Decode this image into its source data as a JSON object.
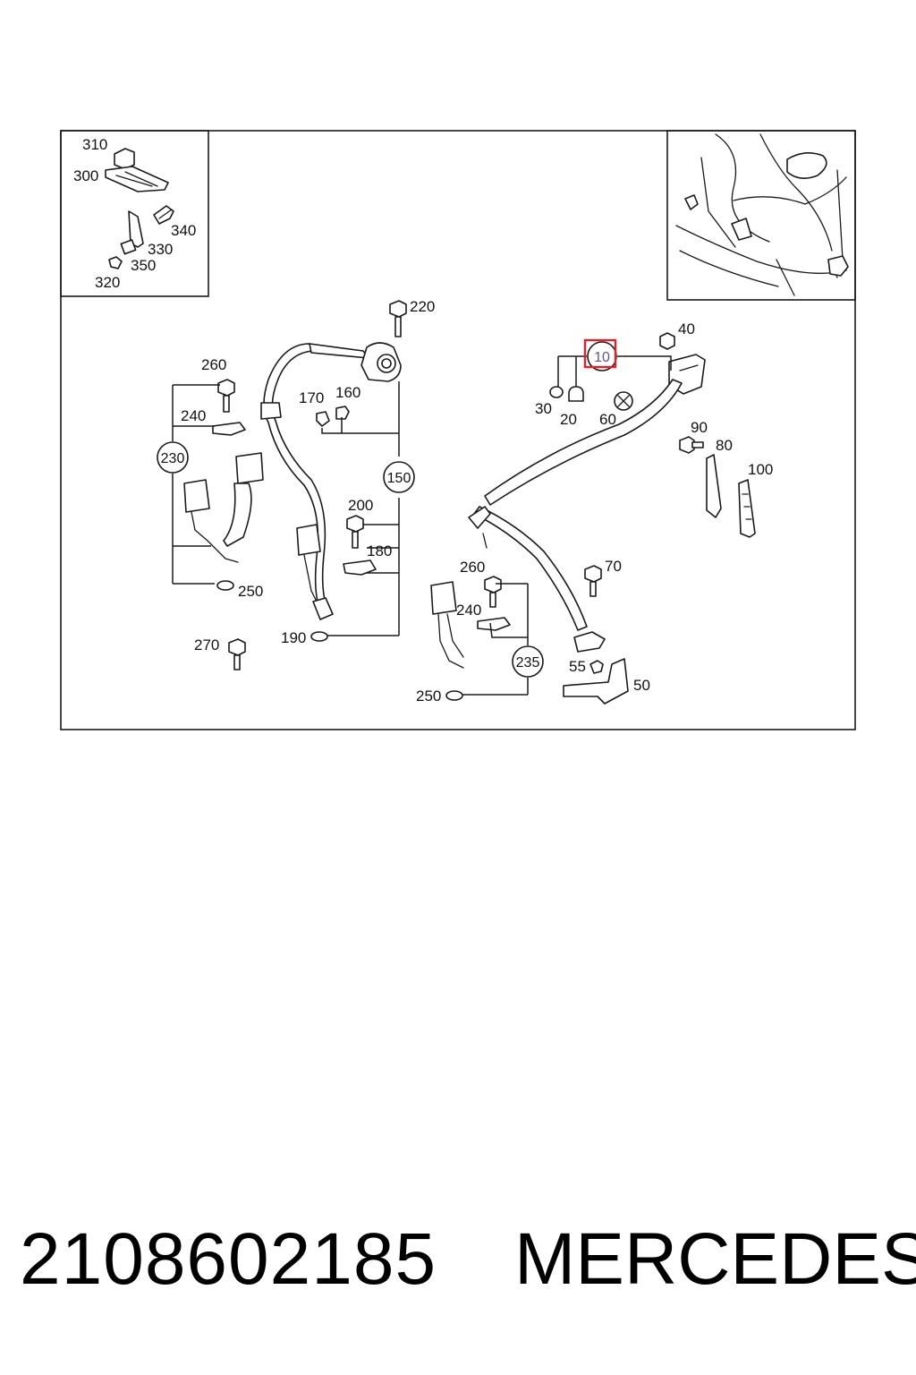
{
  "diagram": {
    "labels": {
      "p310": "310",
      "p300": "300",
      "p340": "340",
      "p330": "330",
      "p350": "350",
      "p320": "320",
      "p220": "220",
      "p260a": "260",
      "p240a": "240",
      "p230": "230",
      "p170": "170",
      "p160": "160",
      "p150": "150",
      "p200": "200",
      "p180": "180",
      "p250a": "250",
      "p190": "190",
      "p270": "270",
      "p10": "10",
      "p40": "40",
      "p30": "30",
      "p20": "20",
      "p60": "60",
      "p90": "90",
      "p80": "80",
      "p100": "100",
      "p70": "70",
      "p260b": "260",
      "p240b": "240",
      "p235": "235",
      "p55": "55",
      "p50": "50",
      "p250b": "250"
    },
    "highlight": {
      "part": "10",
      "color": "#d9232e"
    }
  },
  "footer": {
    "part_number": "2108602185",
    "brand": "MERCEDES"
  }
}
